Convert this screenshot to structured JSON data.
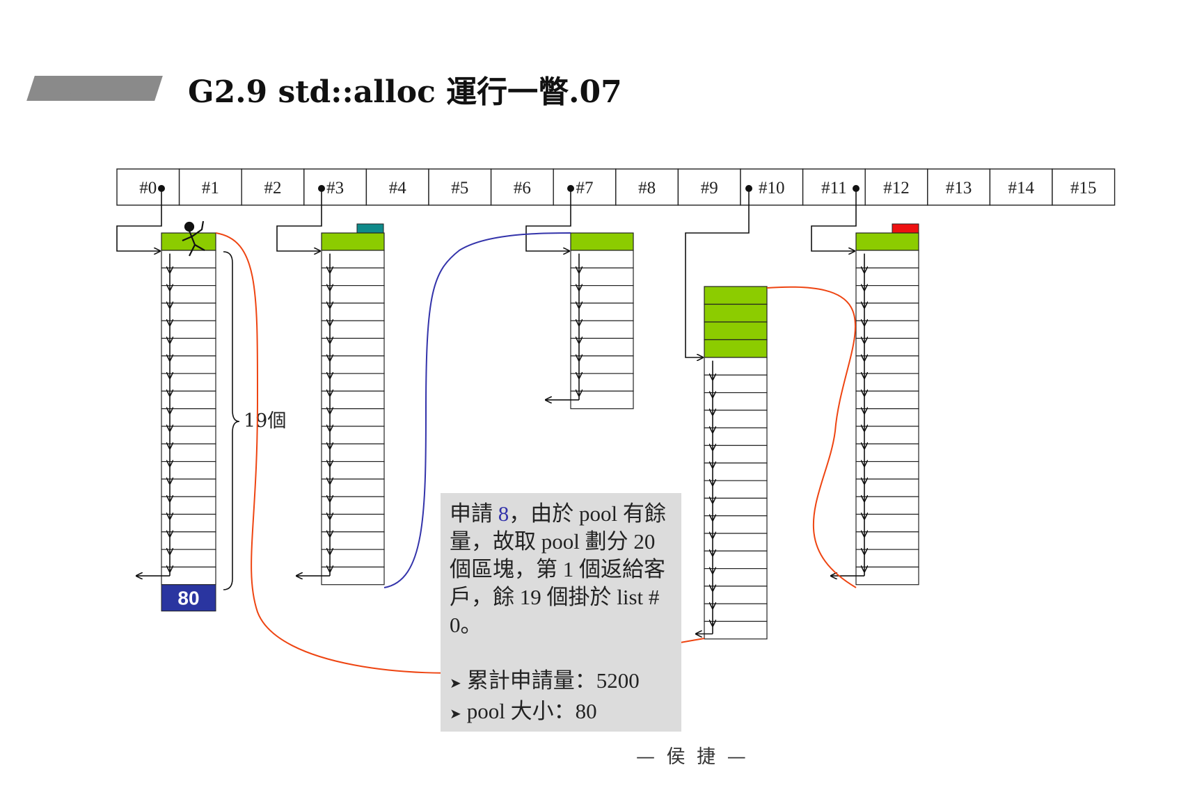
{
  "title": "G2.9 std::alloc 運行一瞥.07",
  "free_list": {
    "slots": [
      "#0",
      "#1",
      "#2",
      "#3",
      "#4",
      "#5",
      "#6",
      "#7",
      "#8",
      "#9",
      "#10",
      "#11",
      "#12",
      "#13",
      "#14",
      "#15"
    ]
  },
  "blocks": {
    "list0_badge": "80",
    "brace_label": "19個"
  },
  "note": {
    "pre": "申請 ",
    "highlight": "8",
    "post": "，由於 pool 有餘量，故取 pool 劃分 20 個區塊，第 1 個返給客戶，餘 19 個掛於 list # 0。",
    "bullets": [
      "累計申請量：5200",
      "pool 大小：80"
    ]
  },
  "footer": "— 侯 捷 —",
  "colors": {
    "block_green": "#8ccc00",
    "badge_blue": "#2a35a0",
    "teal_marker": "#0f8a8a",
    "red_marker": "#ee1111",
    "curve_red": "#ee4411",
    "curve_blue": "#3333aa",
    "note_bg": "#dcdcdc"
  }
}
